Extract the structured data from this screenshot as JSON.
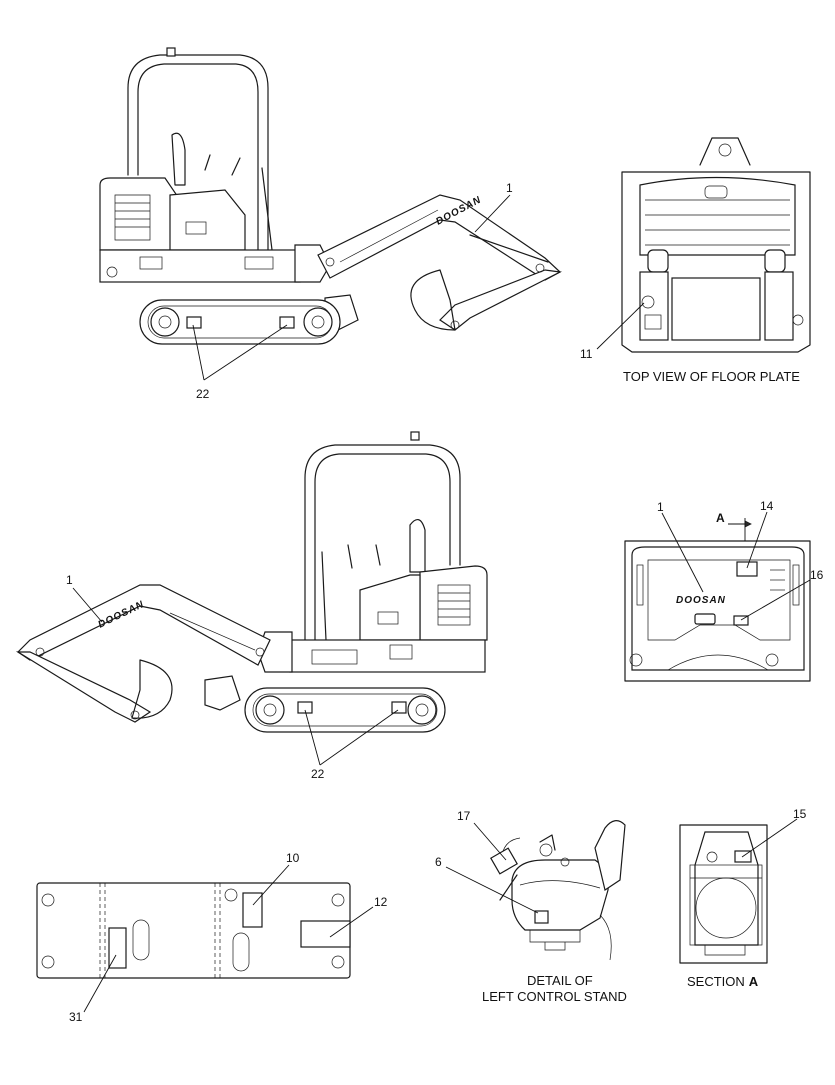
{
  "views": {
    "top_view_caption": "TOP VIEW OF FLOOR PLATE",
    "detail_caption_line1": "DETAIL OF",
    "detail_caption_line2": "LEFT CONTROL STAND",
    "section_caption_prefix": "SECTION",
    "section_caption_letter": "A",
    "section_marker": "A"
  },
  "callouts": {
    "c1a": "1",
    "c22a": "22",
    "c11": "11",
    "c1b": "1",
    "c22b": "22",
    "c1c": "1",
    "c14": "14",
    "c16": "16",
    "c17": "17",
    "c6": "6",
    "c15": "15",
    "c10": "10",
    "c12": "12",
    "c31": "31"
  },
  "brand": {
    "logo_text": "DOOSAN"
  },
  "colors": {
    "line": "#1a1a1a",
    "background": "#ffffff"
  }
}
